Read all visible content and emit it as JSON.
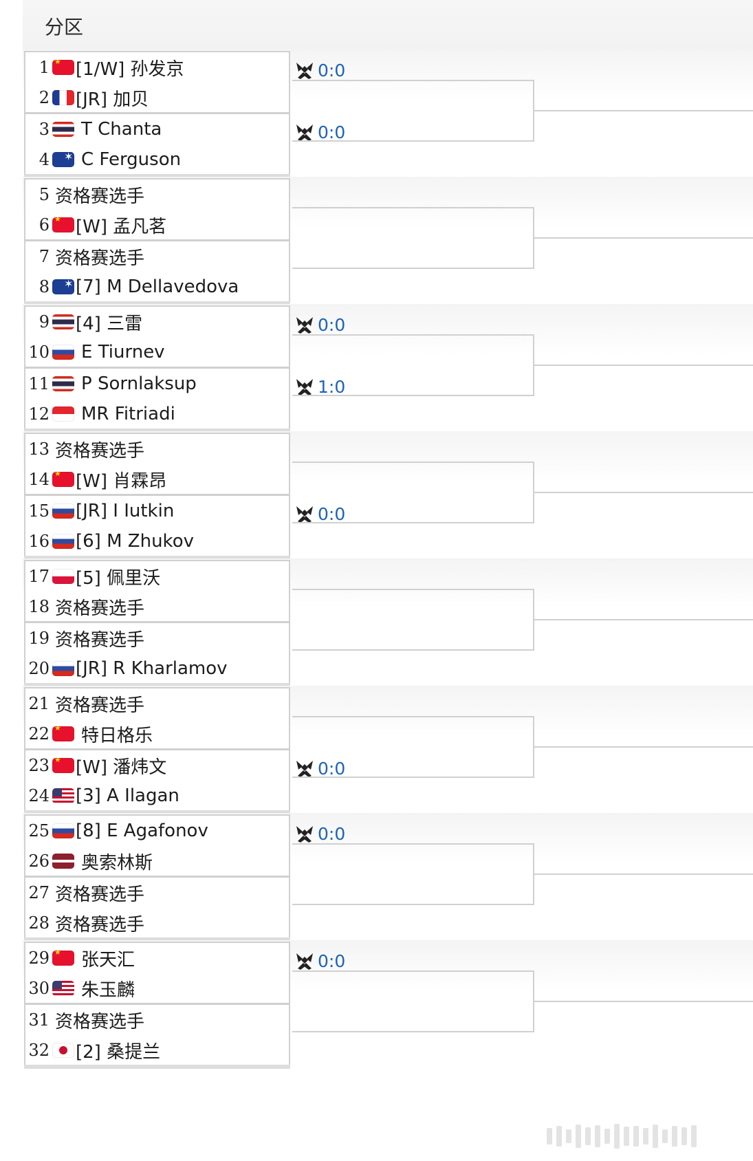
{
  "header": {
    "title": "分区"
  },
  "draw": [
    {
      "seed": "1",
      "flag": "cn",
      "name": "[1/W] 孙发京"
    },
    {
      "seed": "2",
      "flag": "fr",
      "name": "[JR] 加贝"
    },
    {
      "seed": "3",
      "flag": "th",
      "name": "T Chanta"
    },
    {
      "seed": "4",
      "flag": "au",
      "name": "C Ferguson"
    },
    {
      "seed": "5",
      "flag": "",
      "name": "资格赛选手"
    },
    {
      "seed": "6",
      "flag": "cn",
      "name": "[W] 孟凡茗"
    },
    {
      "seed": "7",
      "flag": "",
      "name": "资格赛选手"
    },
    {
      "seed": "8",
      "flag": "au",
      "name": "[7] M Dellavedova"
    },
    {
      "seed": "9",
      "flag": "th",
      "name": "[4] 三雷"
    },
    {
      "seed": "10",
      "flag": "ru",
      "name": "E Tiurnev"
    },
    {
      "seed": "11",
      "flag": "th",
      "name": "P Sornlaksup"
    },
    {
      "seed": "12",
      "flag": "id",
      "name": "MR Fitriadi"
    },
    {
      "seed": "13",
      "flag": "",
      "name": "资格赛选手"
    },
    {
      "seed": "14",
      "flag": "cn",
      "name": "[W] 肖霖昂"
    },
    {
      "seed": "15",
      "flag": "ru",
      "name": "[JR] I Iutkin"
    },
    {
      "seed": "16",
      "flag": "ru",
      "name": "[6] M Zhukov"
    },
    {
      "seed": "17",
      "flag": "pl",
      "name": "[5] 佩里沃"
    },
    {
      "seed": "18",
      "flag": "",
      "name": "资格赛选手"
    },
    {
      "seed": "19",
      "flag": "",
      "name": "资格赛选手"
    },
    {
      "seed": "20",
      "flag": "ru",
      "name": "[JR] R Kharlamov"
    },
    {
      "seed": "21",
      "flag": "",
      "name": "资格赛选手"
    },
    {
      "seed": "22",
      "flag": "cn",
      "name": "特日格乐"
    },
    {
      "seed": "23",
      "flag": "cn",
      "name": "[W] 潘炜文"
    },
    {
      "seed": "24",
      "flag": "us",
      "name": "[3] A Ilagan"
    },
    {
      "seed": "25",
      "flag": "ru",
      "name": "[8] E Agafonov"
    },
    {
      "seed": "26",
      "flag": "lv",
      "name": "奥索林斯"
    },
    {
      "seed": "27",
      "flag": "",
      "name": "资格赛选手"
    },
    {
      "seed": "28",
      "flag": "",
      "name": "资格赛选手"
    },
    {
      "seed": "29",
      "flag": "cn",
      "name": "张天汇"
    },
    {
      "seed": "30",
      "flag": "us",
      "name": "朱玉麟"
    },
    {
      "seed": "31",
      "flag": "",
      "name": "资格赛选手"
    },
    {
      "seed": "32",
      "flag": "jp",
      "name": "[2] 桑提兰"
    }
  ],
  "matches": [
    {
      "pair": 1,
      "score": "0:0"
    },
    {
      "pair": 2,
      "score": "0:0"
    },
    {
      "pair": 3,
      "score": ""
    },
    {
      "pair": 4,
      "score": ""
    },
    {
      "pair": 5,
      "score": "0:0"
    },
    {
      "pair": 6,
      "score": "1:0"
    },
    {
      "pair": 7,
      "score": ""
    },
    {
      "pair": 8,
      "score": "0:0"
    },
    {
      "pair": 9,
      "score": ""
    },
    {
      "pair": 10,
      "score": ""
    },
    {
      "pair": 11,
      "score": ""
    },
    {
      "pair": 12,
      "score": "0:0"
    },
    {
      "pair": 13,
      "score": "0:0"
    },
    {
      "pair": 14,
      "score": ""
    },
    {
      "pair": 15,
      "score": "0:0"
    },
    {
      "pair": 16,
      "score": ""
    }
  ],
  "colors": {
    "score": "#1e63b8",
    "line": "#d0d0d0"
  },
  "icons": {
    "match": "badminton-shuttle-icon"
  }
}
